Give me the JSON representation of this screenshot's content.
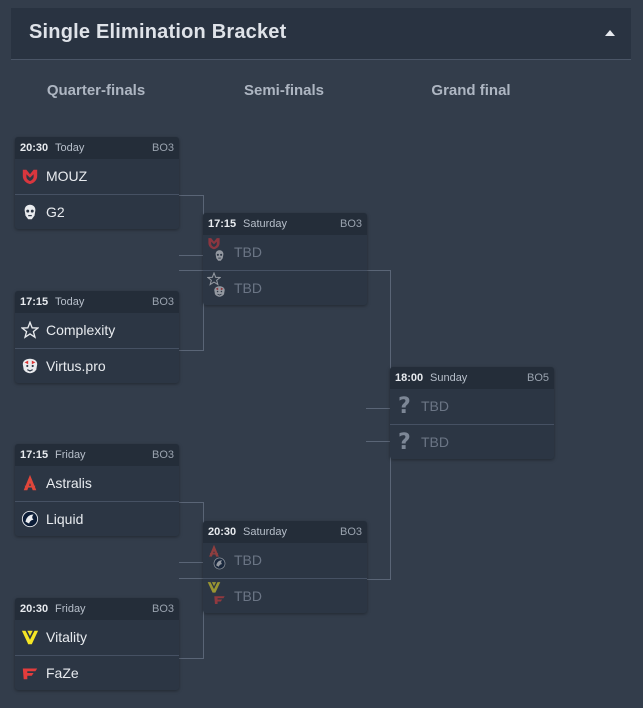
{
  "header": {
    "title": "Single Elimination Bracket"
  },
  "columns": {
    "qf": "Quarter-finals",
    "sf": "Semi-finals",
    "gf": "Grand final"
  },
  "qf": [
    {
      "time": "20:30",
      "day": "Today",
      "bo": "BO3",
      "teams": [
        "MOUZ",
        "G2"
      ]
    },
    {
      "time": "17:15",
      "day": "Today",
      "bo": "BO3",
      "teams": [
        "Complexity",
        "Virtus.pro"
      ]
    },
    {
      "time": "17:15",
      "day": "Friday",
      "bo": "BO3",
      "teams": [
        "Astralis",
        "Liquid"
      ]
    },
    {
      "time": "20:30",
      "day": "Friday",
      "bo": "BO3",
      "teams": [
        "Vitality",
        "FaZe"
      ]
    }
  ],
  "sf": [
    {
      "time": "17:15",
      "day": "Saturday",
      "bo": "BO3",
      "teams": [
        "TBD",
        "TBD"
      ]
    },
    {
      "time": "20:30",
      "day": "Saturday",
      "bo": "BO3",
      "teams": [
        "TBD",
        "TBD"
      ]
    }
  ],
  "gf": {
    "time": "18:00",
    "day": "Sunday",
    "bo": "BO5",
    "teams": [
      "TBD",
      "TBD"
    ]
  },
  "icons": {
    "mouz": "mouz-logo-icon",
    "g2": "g2-logo-icon",
    "complexity": "complexity-star-icon",
    "virtuspro": "virtuspro-bear-icon",
    "astralis": "astralis-logo-icon",
    "liquid": "liquid-horse-icon",
    "vitality": "vitality-bee-icon",
    "faze": "faze-logo-icon",
    "unknown": "question-mark-icon",
    "collapse": "chevron-up-icon"
  },
  "colors": {
    "background": "#333d4b",
    "card": "#2c3644",
    "mouz": "#d9363e",
    "astralis": "#e0463b",
    "vitality": "#f5e625",
    "faze": "#e43c3c"
  }
}
